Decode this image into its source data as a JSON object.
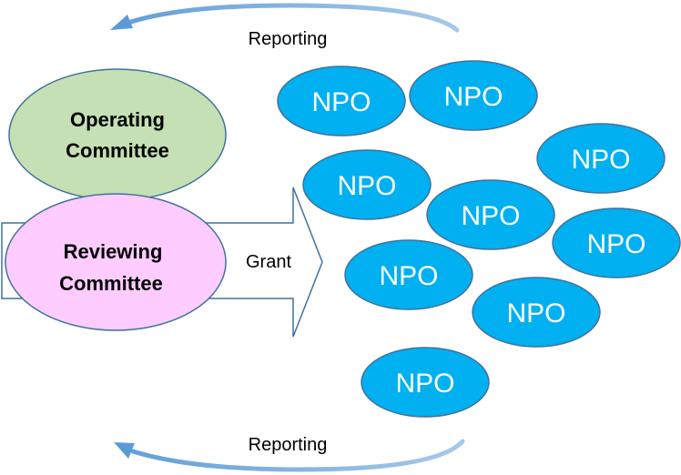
{
  "colors": {
    "operating_fill": "#c5e0b4",
    "reviewing_fill": "#ffccff",
    "npo_fill": "#00b0f0",
    "outline": "#41719c",
    "reporting_arrow": "#5b9bd5"
  },
  "reporting_top_label": "Reporting",
  "reporting_bottom_label": "Reporting",
  "grant_label": "Grant",
  "operating_committee": {
    "line1": "Operating",
    "line2": "Committee"
  },
  "reviewing_committee": {
    "line1": "Reviewing",
    "line2": "Committee"
  },
  "npos": [
    "NPO",
    "NPO",
    "NPO",
    "NPO",
    "NPO",
    "NPO",
    "NPO",
    "NPO",
    "NPO"
  ]
}
